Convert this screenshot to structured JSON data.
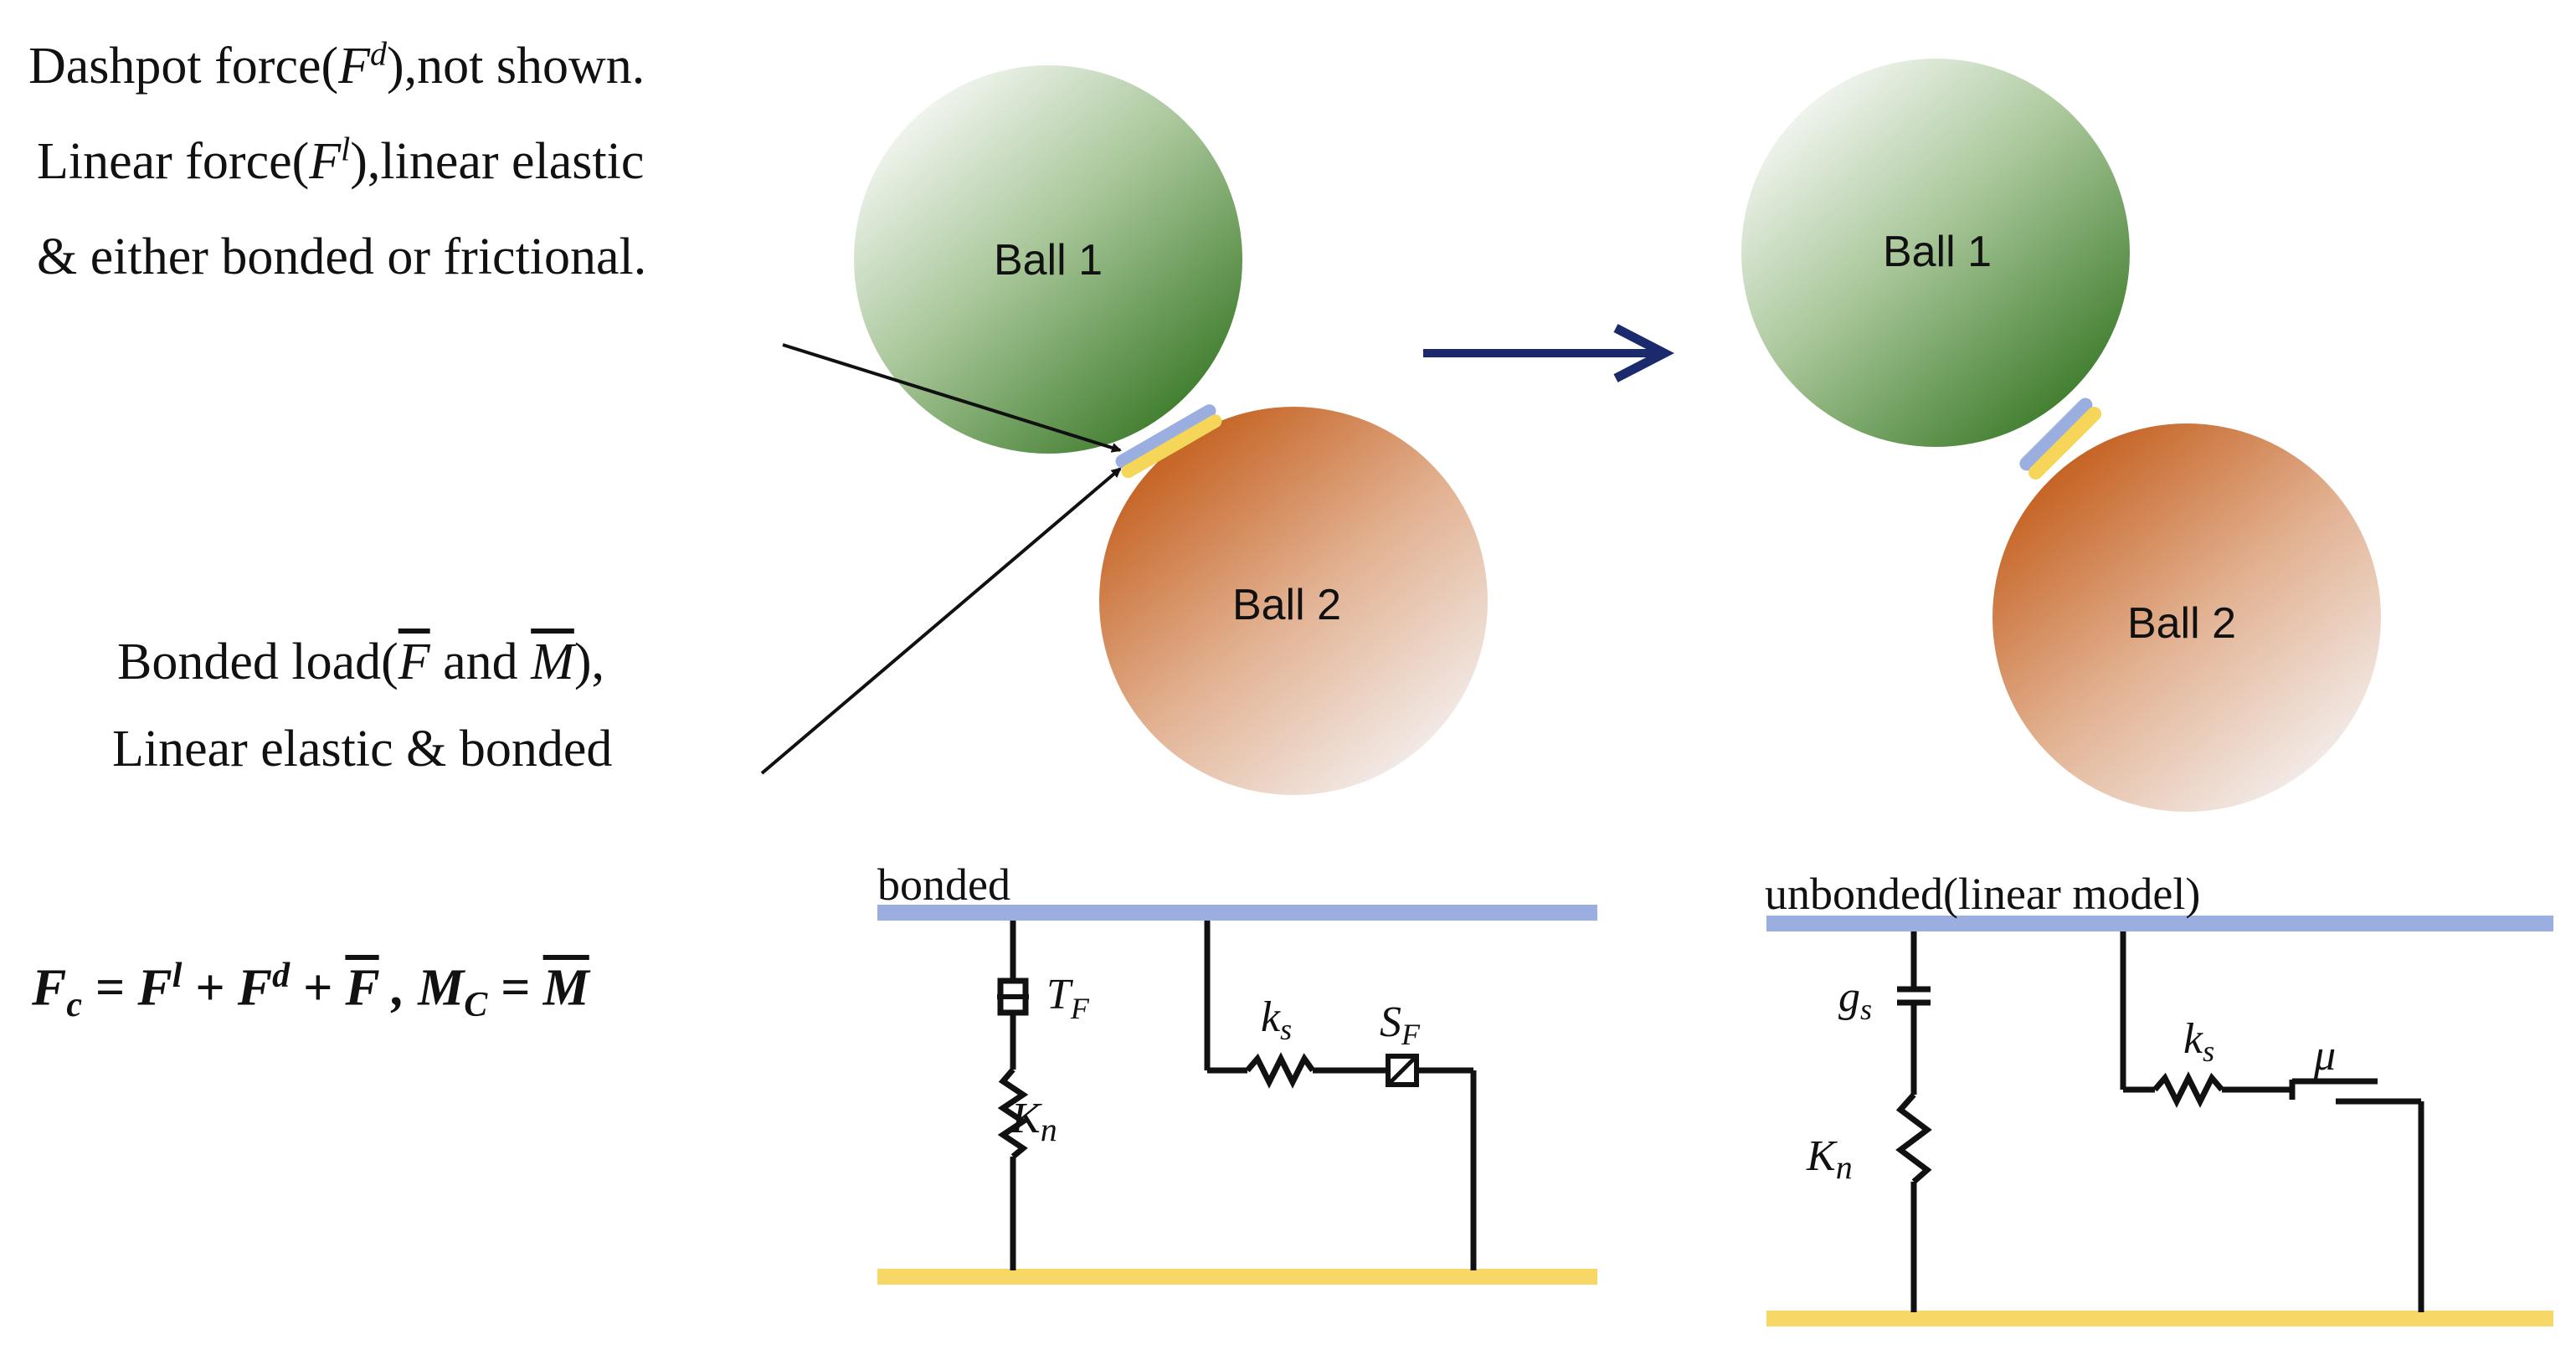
{
  "annotations": {
    "dashpot": {
      "prefix": "Dashpot force(",
      "symbol": "F",
      "sup": "d",
      "suffix": "),not shown."
    },
    "linear": {
      "prefix": "Linear force(",
      "symbol": "F",
      "sup": "l",
      "suffix": "),linear elastic"
    },
    "either": "& either bonded or frictional.",
    "bonded_load": {
      "prefix": "Bonded load(",
      "f": "F",
      "and": " and ",
      "m": "M",
      "suffix": "),"
    },
    "linear_bonded": "Linear elastic & bonded"
  },
  "equation": {
    "text": "F_c = F^l + F^d + F̄ , M_C = M̄"
  },
  "balls": {
    "ball1": "Ball 1",
    "ball2": "Ball 2"
  },
  "circuits": {
    "bonded": {
      "title": "bonded",
      "tension": "T_F",
      "normal": "K_n",
      "shear_spring": "k_s",
      "shear_strength": "S_F"
    },
    "unbonded": {
      "title": "unbonded(linear model)",
      "gap": "g_s",
      "normal": "K_n",
      "shear_spring": "k_s",
      "friction": "μ"
    }
  },
  "colors": {
    "ball1": "#4f8a3a",
    "ball2": "#c8692a",
    "bond_blue": "#9aaee0",
    "bond_yellow": "#f5d659",
    "arrow_navy": "#1a2a6c",
    "wall_blue": "#9aaee0",
    "wall_yellow": "#f7d766"
  }
}
